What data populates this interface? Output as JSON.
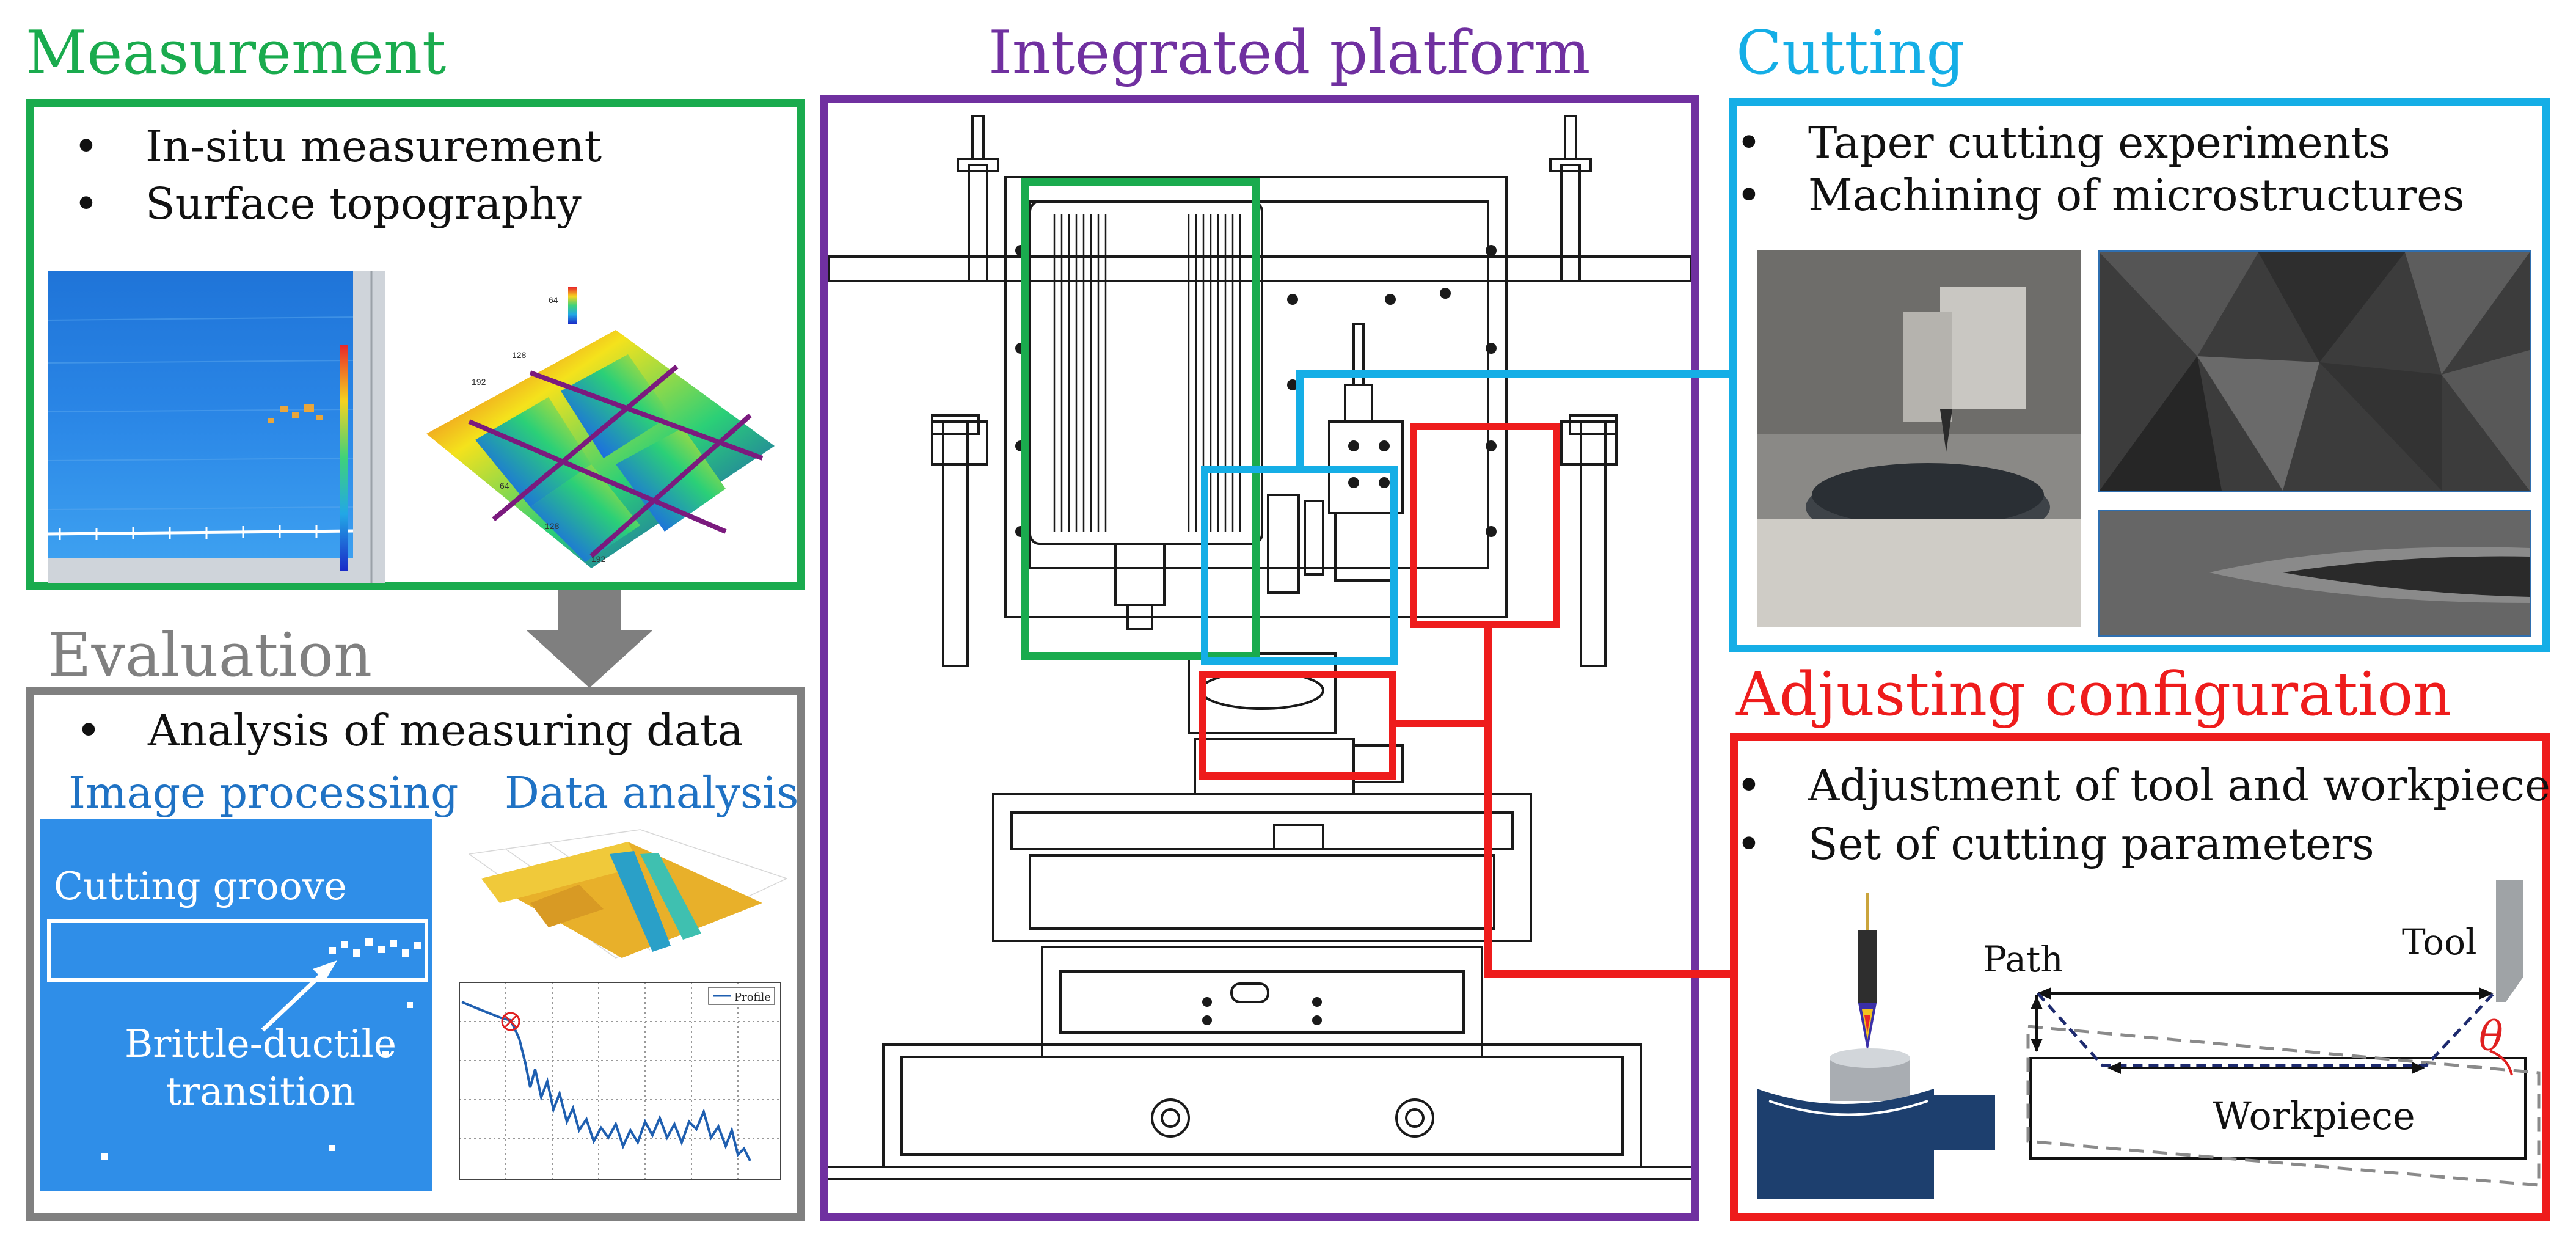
{
  "colors": {
    "measurement": "#1aab4e",
    "platform": "#7030a0",
    "cutting": "#15aee6",
    "evaluation": "#808080",
    "adjusting": "#ee1c1c",
    "image_processing": "#1f72c4",
    "data_analysis": "#1f72c4"
  },
  "measurement": {
    "title": "Measurement",
    "bullets": [
      "In-situ measurement",
      "Surface topography"
    ]
  },
  "evaluation": {
    "title": "Evaluation",
    "bullets": [
      "Analysis of measuring data"
    ],
    "image_processing_label": "Image processing",
    "data_analysis_label": "Data analysis",
    "cutting_groove_label": "Cutting groove",
    "transition_label_line1": "Brittle-ductile",
    "transition_label_line2": "transition",
    "profile_legend": "Profile"
  },
  "platform": {
    "title": "Integrated platform"
  },
  "cutting": {
    "title": "Cutting",
    "bullets": [
      "Taper cutting experiments",
      "Machining of microstructures"
    ]
  },
  "adjusting": {
    "title": "Adjusting configuration",
    "bullets": [
      "Adjustment of tool and workpiece",
      "Set of cutting parameters"
    ],
    "path_label": "Path",
    "tool_label": "Tool",
    "theta_label": "θ",
    "workpiece_label": "Workpiece"
  }
}
